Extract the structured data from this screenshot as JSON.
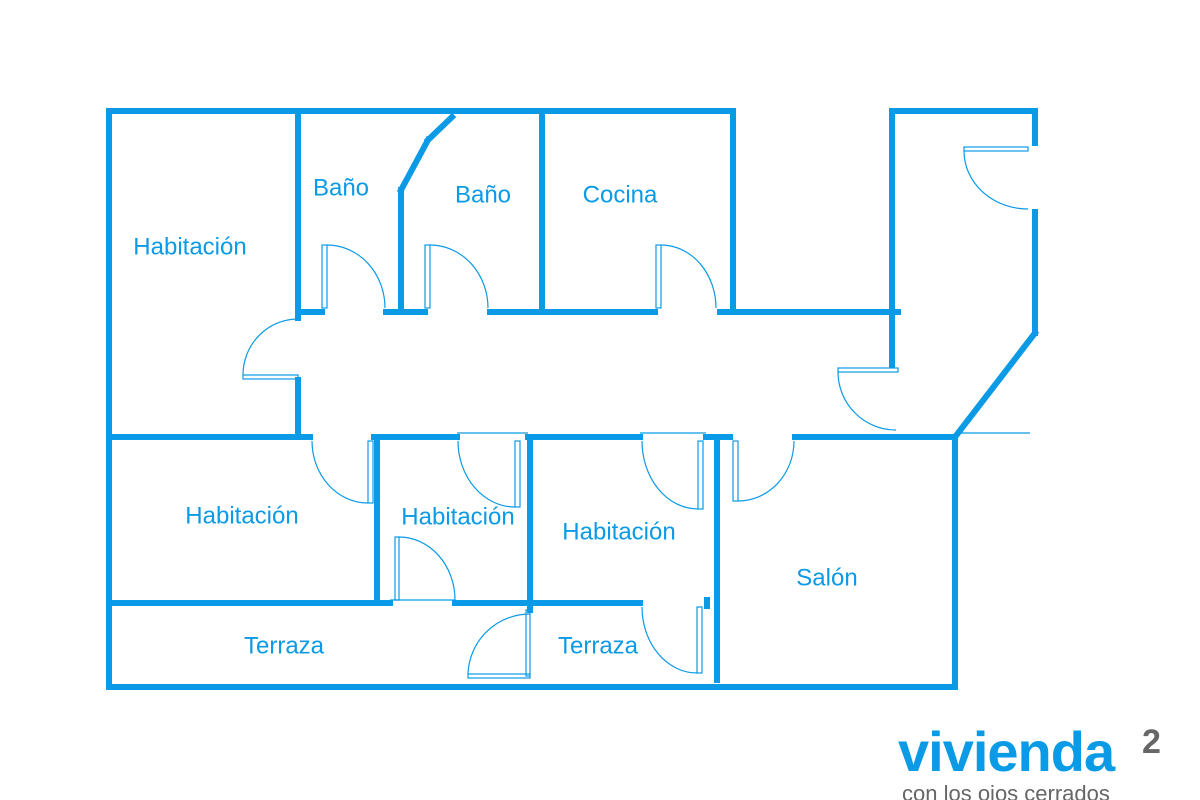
{
  "rooms": {
    "habitacion_1": "Habitación",
    "bano_1": "Baño",
    "bano_2": "Baño",
    "cocina": "Cocina",
    "habitacion_2": "Habitación",
    "habitacion_3": "Habitación",
    "habitacion_4": "Habitación",
    "salon": "Salón",
    "terraza_1": "Terraza",
    "terraza_2": "Terraza"
  },
  "brand": {
    "name": "vivienda",
    "superscript": "2",
    "tagline": "con los ojos cerrados"
  },
  "colors": {
    "wall": "#0a9ae6",
    "brand_primary": "#0a9ae6",
    "brand_secondary": "#666666"
  }
}
